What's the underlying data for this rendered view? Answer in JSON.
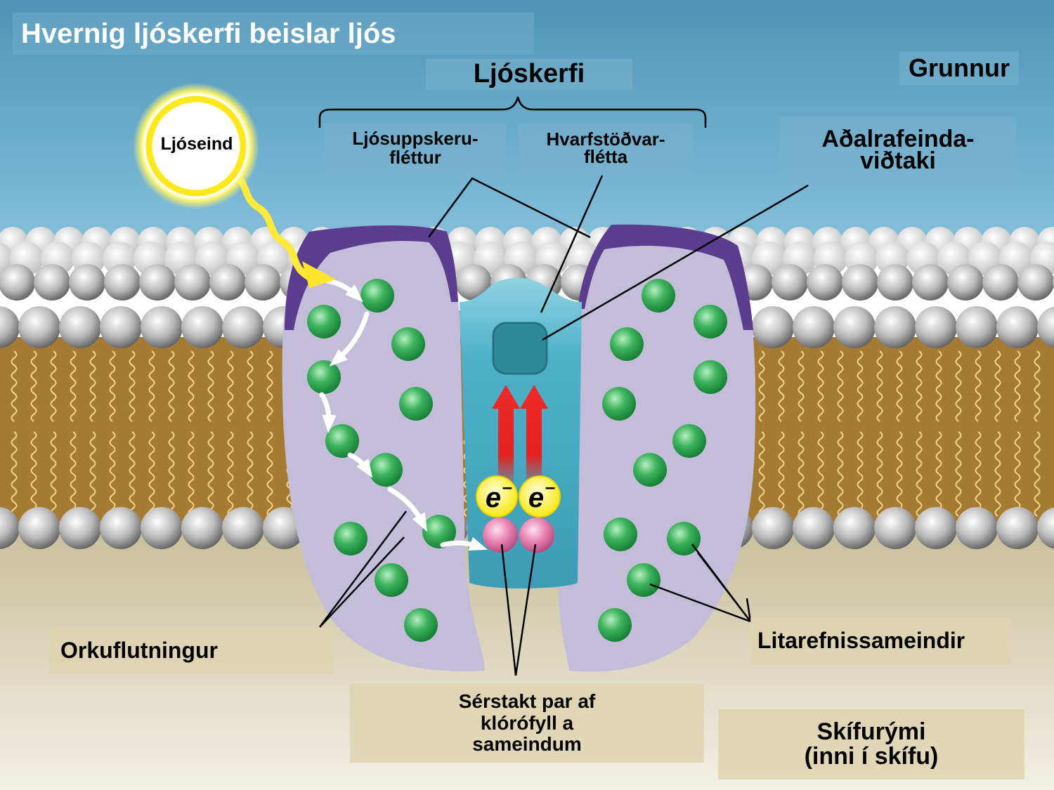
{
  "title": "Hvernig ljóskerfi beislar ljós",
  "labels": {
    "photosystem": "Ljóskerfi",
    "stroma": "Grunnur",
    "photon": "Ljóseind",
    "light_harvesting_line1": "Ljósuppskeru-",
    "light_harvesting_line2": "fléttur",
    "reaction_center_line1": "Hvarfstöðvar-",
    "reaction_center_line2": "flétta",
    "primary_acceptor_line1": "Aðalrafeinda-",
    "primary_acceptor_line2": "viðtaki",
    "energy_transfer": "Orkuflutningur",
    "pigment_molecules": "Litarefnissameindir",
    "chlorophyll_pair_line1": "Sérstakt par af",
    "chlorophyll_pair_line2": "klórófyll a",
    "chlorophyll_pair_line3": "sameindum",
    "thylakoid_space_line1": "Skífurými",
    "thylakoid_space_line2": "(inni í skífu)",
    "electron": "e",
    "electron_charge": "–"
  },
  "colors": {
    "sky_top": "#4e94b8",
    "sky_bottom": "#86c1dc",
    "membrane_core": "#a57a33",
    "lumen": "#cfc6a8",
    "antenna": "#c3bdd9",
    "antenna_rim": "#5a3d8c",
    "reaction_center": "#4fb1c9",
    "pigment": "#2ea24e",
    "sun": "#ffee33",
    "electron": "#fff15a",
    "chlorophyll_pair": "#e077a8",
    "arrow_red": "#e62020"
  }
}
